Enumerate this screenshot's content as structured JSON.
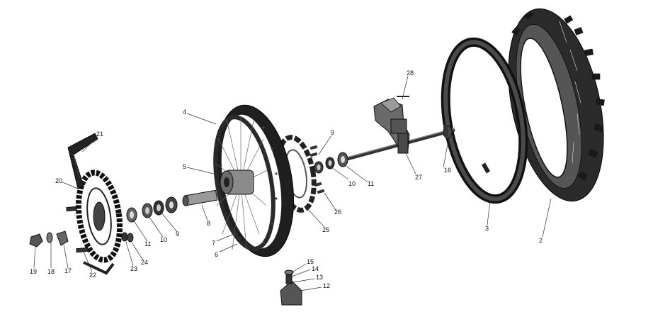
{
  "callouts": [
    {
      "id": "c1",
      "text": "21"
    },
    {
      "id": "c2",
      "text": "20"
    },
    {
      "id": "c3",
      "text": "4"
    },
    {
      "id": "c4",
      "text": "5"
    },
    {
      "id": "c5",
      "text": "19"
    },
    {
      "id": "c6",
      "text": "18"
    },
    {
      "id": "c7",
      "text": "17"
    },
    {
      "id": "c8",
      "text": "22"
    },
    {
      "id": "c9",
      "text": "23"
    },
    {
      "id": "c10",
      "text": "24"
    },
    {
      "id": "c11",
      "text": "11"
    },
    {
      "id": "c12",
      "text": "10"
    },
    {
      "id": "c13",
      "text": "9"
    },
    {
      "id": "c14",
      "text": "8"
    },
    {
      "id": "c15",
      "text": "7"
    },
    {
      "id": "c16",
      "text": "6"
    },
    {
      "id": "c17",
      "text": "9"
    },
    {
      "id": "c18",
      "text": "10"
    },
    {
      "id": "c19",
      "text": "11"
    },
    {
      "id": "c20",
      "text": "26"
    },
    {
      "id": "c21",
      "text": "25"
    },
    {
      "id": "c22",
      "text": "28"
    },
    {
      "id": "c23",
      "text": "27"
    },
    {
      "id": "c24",
      "text": "16"
    },
    {
      "id": "c25",
      "text": "3"
    },
    {
      "id": "c26",
      "text": "2"
    },
    {
      "id": "c27",
      "text": "15"
    },
    {
      "id": "c28",
      "text": "14"
    },
    {
      "id": "c29",
      "text": "13"
    },
    {
      "id": "c30",
      "text": "12"
    }
  ]
}
